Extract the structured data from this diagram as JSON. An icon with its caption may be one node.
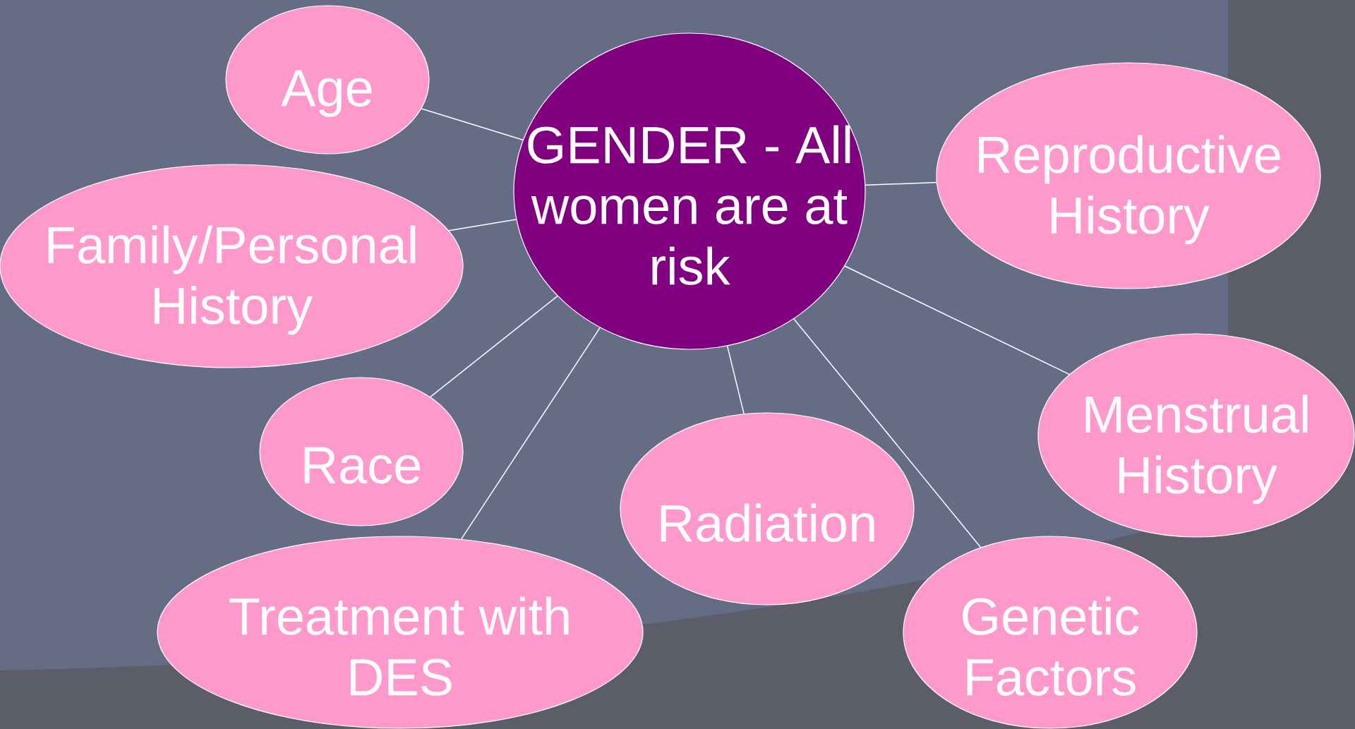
{
  "diagram": {
    "nodes": [
      {
        "text": [
          "GENDER - All women are at risk"
        ]
      },
      {
        "text": [
          "Age"
        ]
      },
      {
        "text": [
          "Family/Personal History"
        ]
      },
      {
        "text": [
          "Reproductive History"
        ]
      },
      {
        "text": [
          "Race"
        ]
      },
      {
        "text": [
          "Radiation"
        ]
      },
      {
        "text": [
          "Menstrual History"
        ]
      },
      {
        "text": [
          "Treatment with DES"
        ]
      },
      {
        "text": [
          "Genetic Factors"
        ]
      }
    ],
    "edges": [
      {
        "from": 0,
        "to": 1,
        "arrow": "none"
      },
      {
        "from": 0,
        "to": 2,
        "arrow": "none"
      },
      {
        "from": 0,
        "to": 3,
        "arrow": "none"
      },
      {
        "from": 0,
        "to": 4,
        "arrow": "none"
      },
      {
        "from": 0,
        "to": 5,
        "arrow": "none"
      },
      {
        "from": 0,
        "to": 6,
        "arrow": "none"
      },
      {
        "from": 0,
        "to": 7,
        "arrow": "none"
      },
      {
        "from": 0,
        "to": 8,
        "arrow": "none"
      }
    ]
  }
}
